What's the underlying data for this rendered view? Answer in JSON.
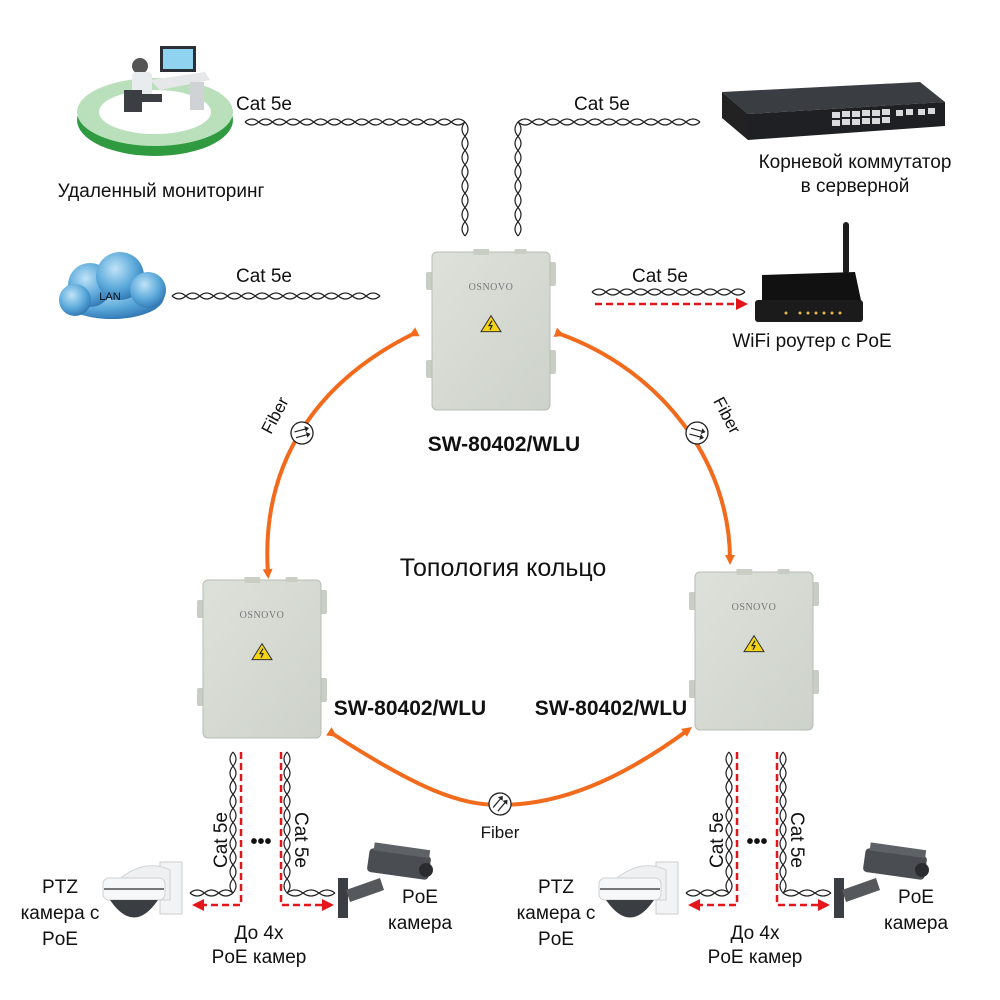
{
  "title": "Топология кольцо",
  "cable_label": "Cat 5e",
  "fiber_label": "Fiber",
  "brand_label": "OSNOVO",
  "lan_label": "LAN",
  "devices": {
    "remote_monitoring": "Удаленный мониторинг",
    "root_switch_line1": "Корневой коммутатор",
    "root_switch_line2": "в серверной",
    "wifi_router": "WiFi роутер с PoE",
    "switch_top": "SW-80402/WLU",
    "switch_left": "SW-80402/WLU",
    "switch_right": "SW-80402/WLU"
  },
  "cameras": {
    "ptz_line1": "PTZ",
    "ptz_line2": "камера с",
    "ptz_line3": "PoE",
    "poe_line1": "PoE",
    "poe_line2": "камера",
    "count_line1": "До 4х",
    "count_line2": "PoE камер",
    "ellipsis": "•••"
  },
  "colors": {
    "fiber": "#f26b1d",
    "poe": "#e4161b",
    "enclosure": "#d6dbd3",
    "cloud": "#4a93c9",
    "platform": "#3aa64a"
  }
}
